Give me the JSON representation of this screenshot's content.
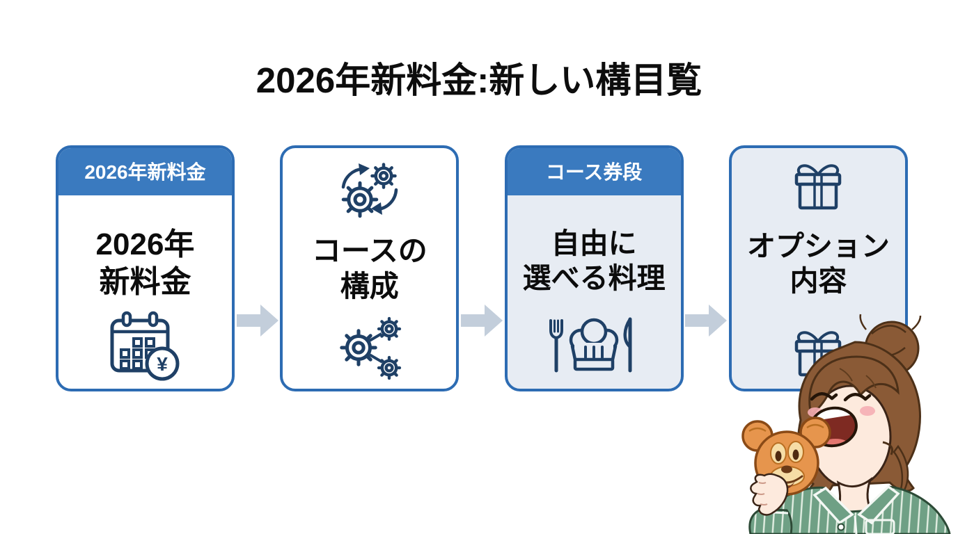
{
  "title": "2026年新料金:新しい構目覧",
  "steps": [
    {
      "badge": "2026年新料金",
      "line1": "2026年",
      "line2": "新料金",
      "icon_bottom": "calendar-yen-icon",
      "yen_symbol": "¥"
    },
    {
      "line1": "コースの",
      "line2": "構成",
      "icon_top": "gears-sync-icon",
      "icon_bottom": "gears-network-icon"
    },
    {
      "badge": "コース券段",
      "line1": "自由に",
      "line2": "選べる料理",
      "icon_bottom": "cutlery-chef-hat-icon"
    },
    {
      "line1": "オプション",
      "line2": "内容",
      "icon_top": "gift-icon",
      "icon_bottom": "gift-icon"
    }
  ],
  "colors": {
    "header_blue": "#3a7abf",
    "border_blue": "#2d6cb3",
    "panel_light": "#e7ecf3",
    "arrow_gray": "#c3cedb",
    "icon_navy": "#1f4066",
    "text_black": "#0c0c0c"
  },
  "illustration": {
    "name": "woman-eating-mickey-pastry",
    "palette": {
      "hair_brown": "#8a5a36",
      "skin": "#fdeadd",
      "pajama_green": "#6fa085",
      "pastry_gold": "#e6954d"
    }
  }
}
